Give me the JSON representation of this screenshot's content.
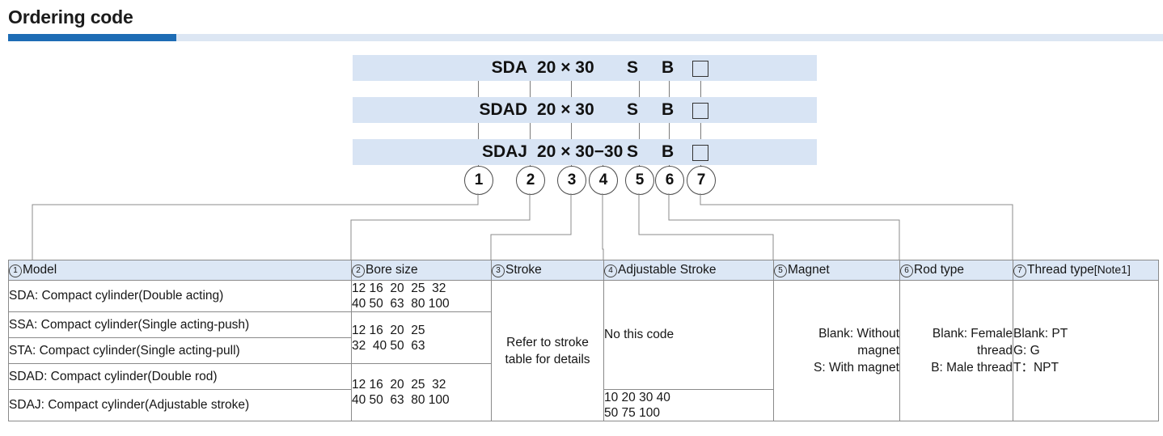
{
  "header": {
    "title": "Ordering code",
    "accent_color": "#1d6cb5",
    "accent_bg_color": "#dce6f3"
  },
  "code_bars": [
    {
      "model": "SDA",
      "size": "20 × 30",
      "magnet": "S",
      "rod": "B",
      "thread_box": ""
    },
    {
      "model": "SDAD",
      "size": "20 × 30",
      "magnet": "S",
      "rod": "B",
      "thread_box": ""
    },
    {
      "model": "SDAJ",
      "size": "20 × 30−30",
      "magnet": "S",
      "rod": "B",
      "thread_box": ""
    }
  ],
  "callouts": [
    "1",
    "2",
    "3",
    "4",
    "5",
    "6",
    "7"
  ],
  "table": {
    "headers": [
      {
        "num": "1",
        "label": "Model",
        "note": ""
      },
      {
        "num": "2",
        "label": "Bore size",
        "note": ""
      },
      {
        "num": "3",
        "label": "Stroke",
        "note": ""
      },
      {
        "num": "4",
        "label": "Adjustable Stroke",
        "note": ""
      },
      {
        "num": "5",
        "label": "Magnet",
        "note": ""
      },
      {
        "num": "6",
        "label": "Rod type",
        "note": ""
      },
      {
        "num": "7",
        "label": "Thread type",
        "note": "[Note1]"
      }
    ],
    "models": [
      "SDA: Compact cylinder(Double acting)",
      "SSA: Compact cylinder(Single acting-push)",
      "STA: Compact cylinder(Single acting-pull)",
      "SDAD: Compact cylinder(Double rod)",
      "SDAJ: Compact cylinder(Adjustable stroke)"
    ],
    "bore_groups": [
      "12 16  20  25  32\n40 50  63  80 100",
      "12 16  20  25\n32  40 50  63",
      "12 16  20  25  32\n40 50  63  80 100"
    ],
    "stroke": "Refer to stroke\ntable for details",
    "adjustable_stroke_top": "No this code",
    "adjustable_stroke_bottom": "10 20 30 40\n50 75 100",
    "magnet": "Blank: Without\nmagnet\nS: With magnet",
    "rod_type": "Blank: Female\nthread\nB: Male thread",
    "thread_type": "Blank: PT\nG: G\nT：NPT"
  }
}
